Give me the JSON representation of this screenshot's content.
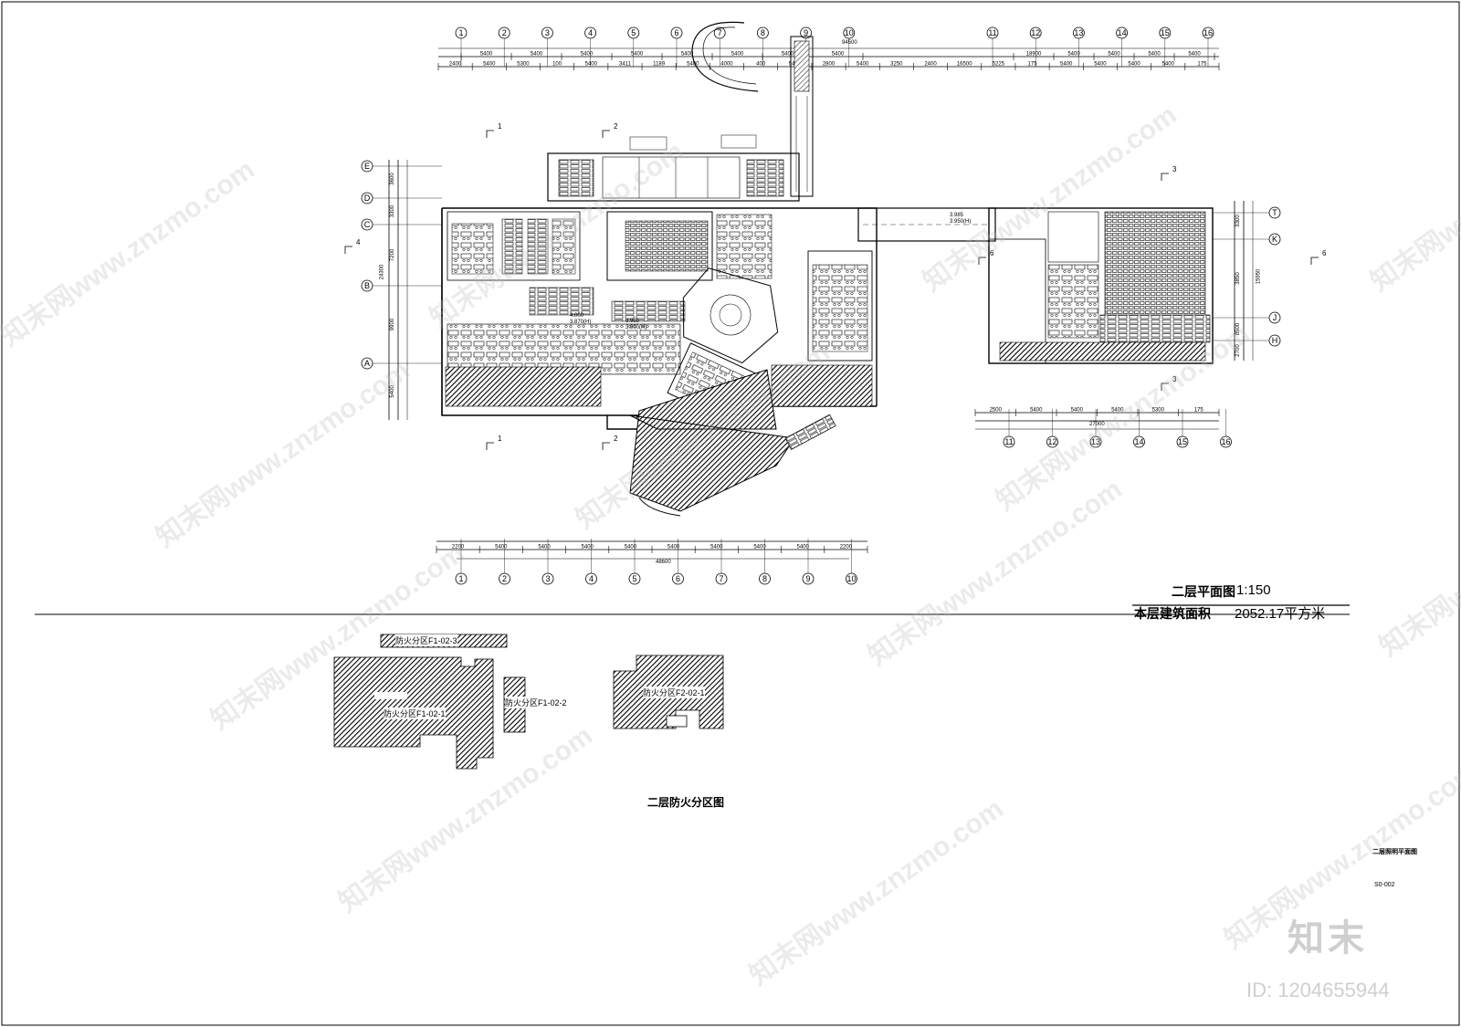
{
  "drawing": {
    "title": "二层平面图",
    "scale": "1:150",
    "area_label": "本层建筑面积",
    "area_value": "2052.17平方米",
    "fire_zone_title": "二层防火分区图",
    "sheet_name": "二层照明平面图",
    "sheet_number": "S0-002"
  },
  "fire_zones": [
    "防火分区F1-02-3",
    "防火分区F1-02-1",
    "防火分区F1-02-2",
    "防火分区F2-02-1"
  ],
  "top_axes": [
    "1",
    "2",
    "3",
    "4",
    "5",
    "6",
    "7",
    "8",
    "9",
    "10",
    "11",
    "12",
    "13",
    "14",
    "15",
    "16"
  ],
  "top_dims_row1": [
    "5400",
    "5400",
    "5400",
    "5400",
    "5400",
    "5400",
    "5400",
    "5400",
    "18900",
    "5400",
    "5400",
    "5400",
    "5400"
  ],
  "top_dims_row2": [
    "2400",
    "5400",
    "5300",
    "100",
    "5400",
    "3411",
    "1189",
    "5400",
    "4000",
    "400",
    "5400",
    "2800",
    "5400",
    "3250",
    "2400",
    "16500",
    "5225",
    "175",
    "5400",
    "5400",
    "5400",
    "5400",
    "175"
  ],
  "top_total": "94500",
  "bottom_axes": [
    "1",
    "2",
    "3",
    "4",
    "5",
    "6",
    "7",
    "8",
    "9",
    "10"
  ],
  "bottom_dims": [
    "2200",
    "5400",
    "5400",
    "5400",
    "5400",
    "5400",
    "5400",
    "5400",
    "5400",
    "2200"
  ],
  "bottom_total": "48600",
  "right_bottom_axes": [
    "11",
    "12",
    "13",
    "14",
    "15",
    "16"
  ],
  "right_bottom_dims": [
    "2500",
    "5400",
    "5400",
    "5400",
    "5300",
    "175"
  ],
  "right_bottom_total": "27000",
  "left_axes": [
    "E",
    "D",
    "C",
    "B",
    "A"
  ],
  "left_dims": [
    "3600",
    "3300",
    "7200",
    "9900",
    "5400"
  ],
  "left_total": "24300",
  "right_axes": [
    "T",
    "K",
    "J",
    "H"
  ],
  "right_dims": [
    "3300",
    "3850",
    "8500",
    "2700"
  ],
  "right_total": "15950",
  "section_marks": [
    "1",
    "2",
    "3",
    "4",
    "6"
  ],
  "elevations": [
    "3.985",
    "3.900(H)",
    "4.000",
    "3.870(H)",
    "3.985",
    "3.950(H)"
  ],
  "watermark": "知末网www.znzmo.com",
  "brand_logo": "知末",
  "id_label": "ID: 1204655944"
}
